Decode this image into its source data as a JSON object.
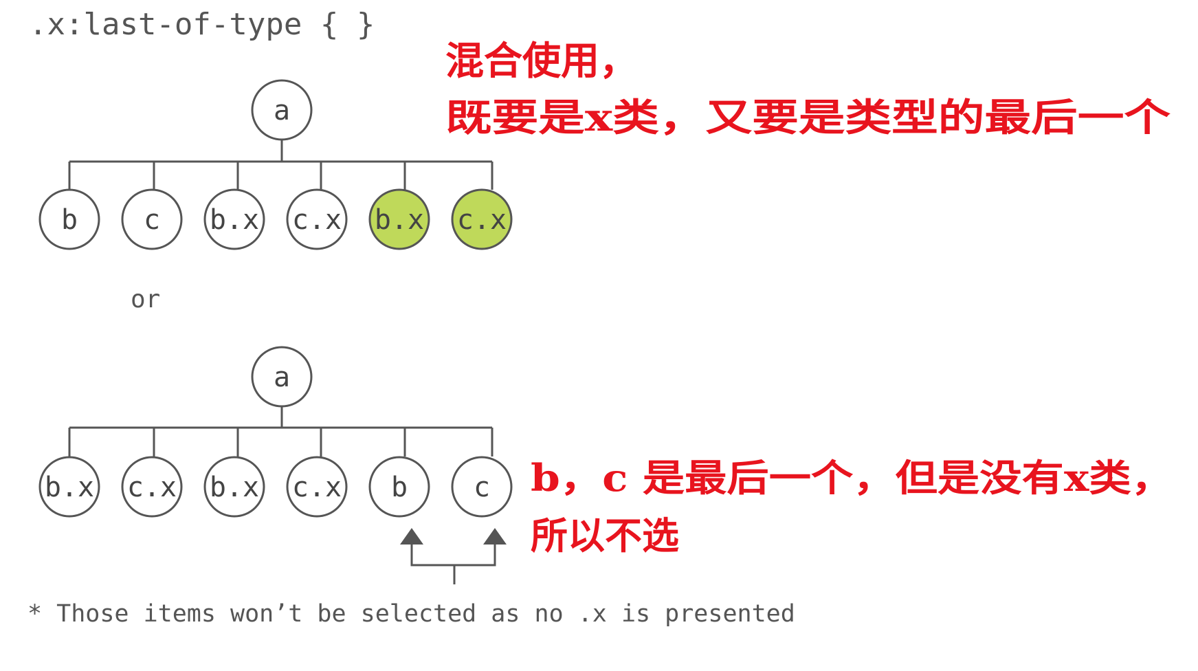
{
  "title": ".x:last-of-type { }",
  "separator": "or",
  "footnote": "* Those items won’t be selected as no .x is presented",
  "colors": {
    "highlight_fill": "#bfd95a",
    "node_stroke": "#555555",
    "line": "#555555",
    "text": "#444444",
    "annotation": "#e8141e"
  },
  "tree_top": {
    "root": "a",
    "children": [
      {
        "label": "b",
        "highlighted": false
      },
      {
        "label": "c",
        "highlighted": false
      },
      {
        "label": "b.x",
        "highlighted": false
      },
      {
        "label": "c.x",
        "highlighted": false
      },
      {
        "label": "b.x",
        "highlighted": true
      },
      {
        "label": "c.x",
        "highlighted": true
      }
    ]
  },
  "tree_bottom": {
    "root": "a",
    "children": [
      {
        "label": "b.x",
        "highlighted": false
      },
      {
        "label": "c.x",
        "highlighted": false
      },
      {
        "label": "b.x",
        "highlighted": false
      },
      {
        "label": "c.x",
        "highlighted": false
      },
      {
        "label": "b",
        "highlighted": false
      },
      {
        "label": "c",
        "highlighted": false
      }
    ]
  },
  "annotations": {
    "top_line1": "混合使用，",
    "top_line2": "既要是x类，又要是类型的最后一个",
    "bottom_line1": "b，c 是最后一个，但是没有x类，",
    "bottom_line2": "所以不选"
  }
}
